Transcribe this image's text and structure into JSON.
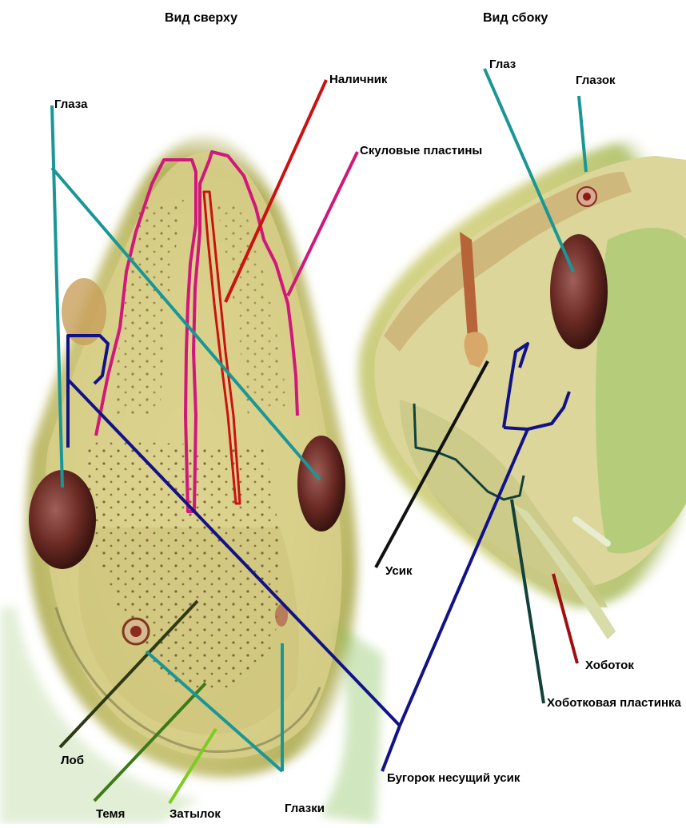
{
  "titles": {
    "top_view": "Вид сверху",
    "side_view": "Вид сбоку"
  },
  "labels": {
    "eyes": "Глаза",
    "clypeus": "Наличник",
    "cheek_plates": "Скуловые пластины",
    "eye": "Глаз",
    "ocellus": "Глазок",
    "antenna": "Усик",
    "proboscis": "Хоботок",
    "proboscis_plate": "Хоботковая пластинка",
    "antennal_tubercle": "Бугорок несущий усик",
    "frons": "Лоб",
    "vertex": "Темя",
    "occiput": "Затылок",
    "ocelli": "Глазки"
  },
  "colors": {
    "teal": "#1a9696",
    "red": "#cc1111",
    "magenta": "#d0187a",
    "navy": "#121288",
    "black": "#111111",
    "dark_olive": "#2d3a14",
    "green": "#3a7a18",
    "light_green": "#7ccc22",
    "dark_teal": "#12403a",
    "dark_red": "#a01010"
  }
}
